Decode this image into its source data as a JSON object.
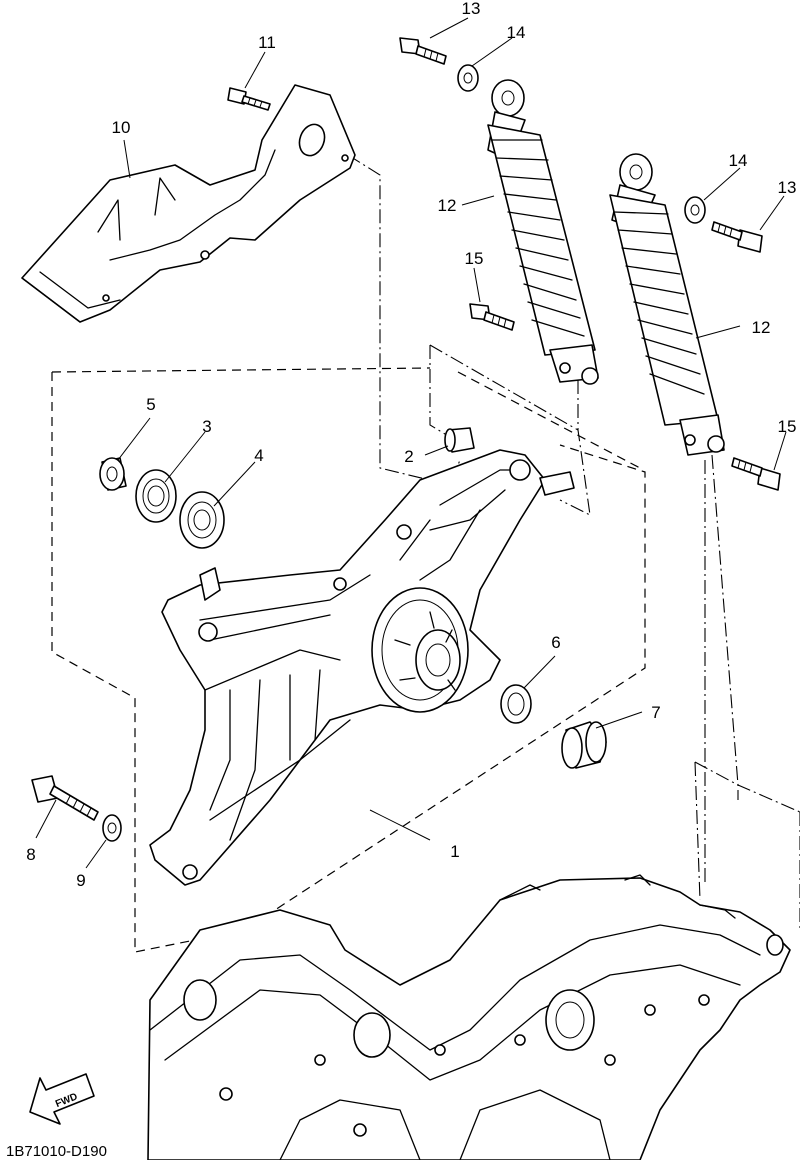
{
  "diagram": {
    "code": "1B71010-D190",
    "direction_badge": "FWD",
    "callouts": {
      "swing_arm": "1",
      "collar": "2",
      "bearing_a": "3",
      "bearing_b": "4",
      "collar_small": "5",
      "oil_seal": "6",
      "cap": "7",
      "bolt_lower": "8",
      "washer_lower": "9",
      "cover": "10",
      "bolt_cover": "11",
      "shock_left": "12",
      "shock_right": "12",
      "bolt_top_left": "13",
      "bolt_top_right": "13",
      "washer_top_left": "14",
      "washer_top_right": "14",
      "bolt_bottom_left": "15",
      "bolt_bottom_right": "15"
    }
  }
}
